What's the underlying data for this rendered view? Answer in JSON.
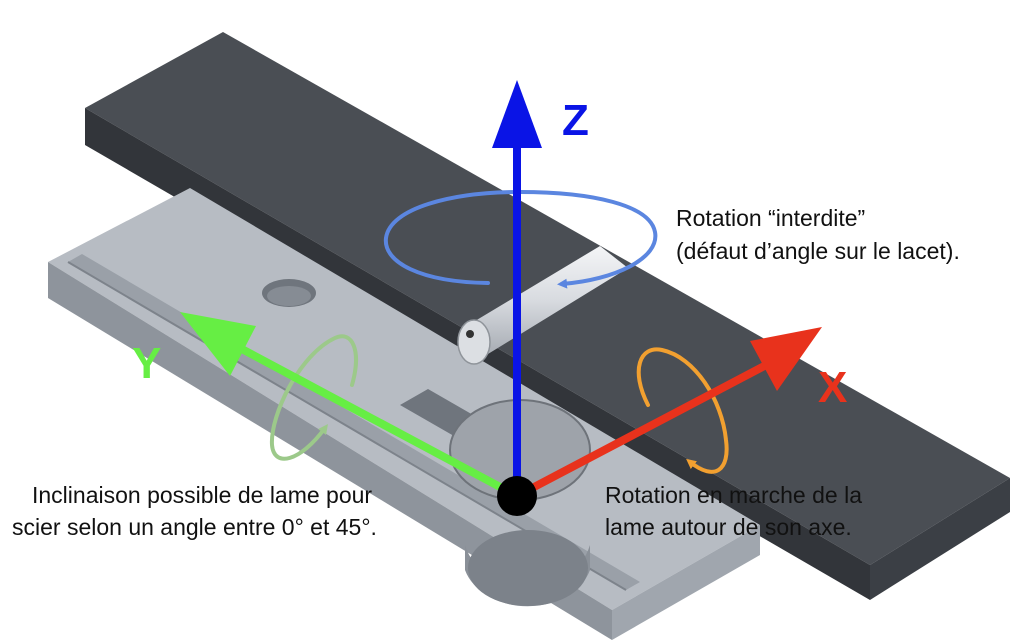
{
  "axes": {
    "z": {
      "label": "Z",
      "color": "#0a14e6"
    },
    "x": {
      "label": "X",
      "color": "#e8321c"
    },
    "y": {
      "label": "Y",
      "color": "#66ee44"
    }
  },
  "annotations": {
    "forbidden_rotation": {
      "line1": "Rotation “interdite”",
      "line2": "(défaut d’angle sur le lacet)."
    },
    "running_rotation": {
      "line1": "Rotation en marche de la",
      "line2": "lame autour de son axe."
    },
    "tilt": {
      "line1": "Inclinaison possible de lame pour",
      "line2": "scier selon un angle entre 0° et 45°."
    }
  },
  "colors": {
    "dark_bar": "#4a4e54",
    "dark_bar_side": "#32353a",
    "light_plate": "#b7bcc3",
    "light_plate_side": "#8e949c",
    "rotation_z_arrow": "#5b86e0",
    "rotation_x_arrow": "#f2a030",
    "rotation_y_arrow": "#9cc98a",
    "origin": "#000000"
  },
  "icons": [
    "rotation-arrow-icon",
    "axis-arrow-icon"
  ]
}
